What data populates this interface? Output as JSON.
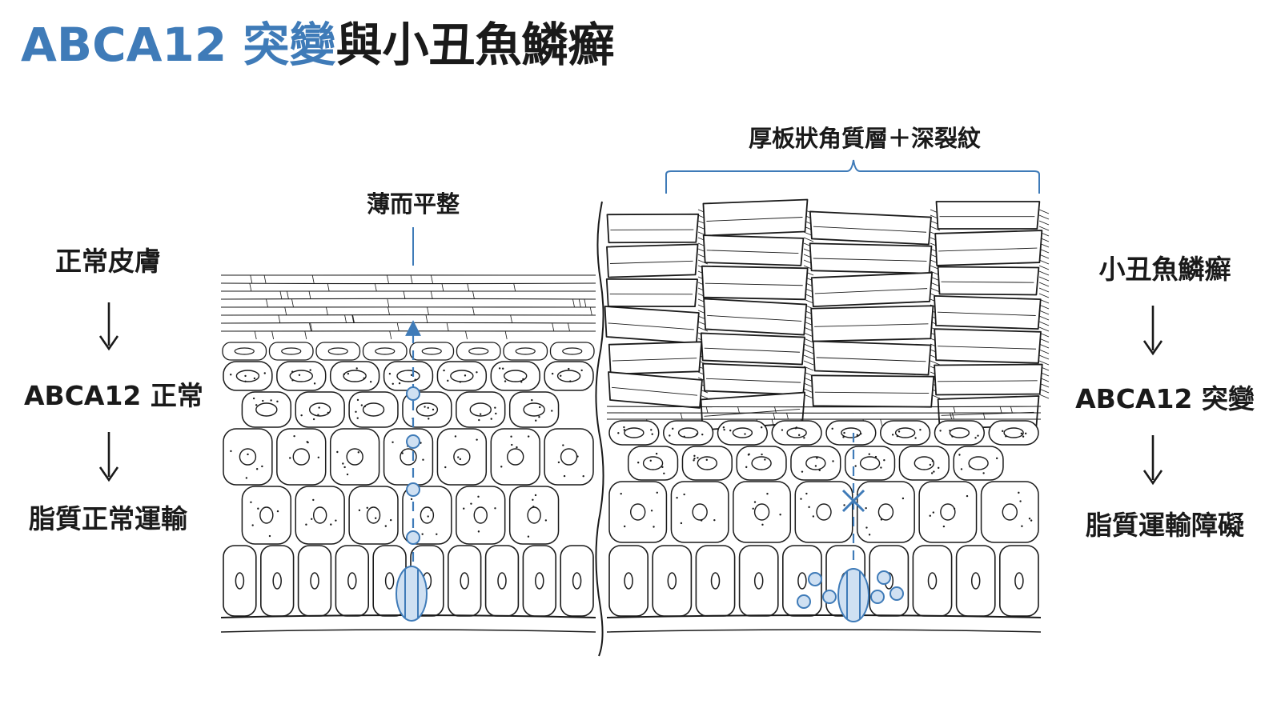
{
  "title": {
    "prefix": "ABCA12 突變",
    "suffix": "與小丑魚鱗癬"
  },
  "left_labels": {
    "step1": "正常皮膚",
    "step2": "ABCA12 正常",
    "step3": "脂質正常運輸"
  },
  "right_labels": {
    "step1": "小丑魚鱗癬",
    "step2": "ABCA12 突變",
    "step3": "脂質運輸障礙"
  },
  "normal_annotation": "薄而平整",
  "ichthyosis_annotation": "厚板狀角質層＋深裂紋",
  "colors": {
    "accent": "#3f7bb8",
    "ink": "#1a1a1a",
    "accent_fill": "#cfe0f2"
  },
  "icons": {
    "arrow": "down-arrow-icon",
    "blocked": "cross-icon"
  }
}
